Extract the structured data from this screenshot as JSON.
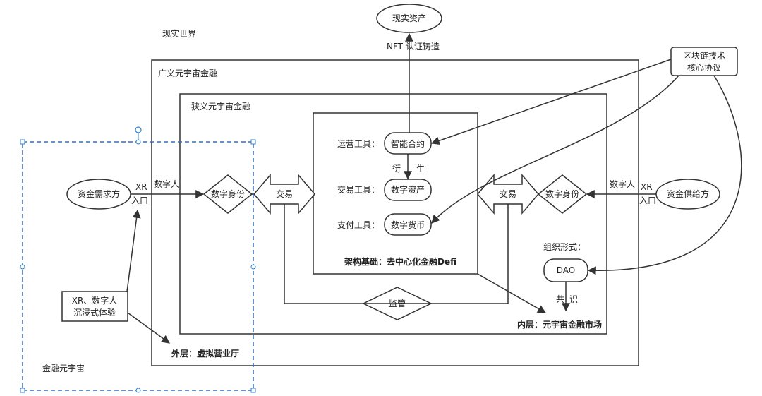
{
  "labels": {
    "real_world": "现实世界",
    "broad_finance": "广义元宇宙金融",
    "narrow_finance": "狭义元宇宙金融",
    "real_asset": "现实资产",
    "nft_mint": "NFT 认证铸造",
    "blockchain_tech": "区块链技术",
    "core_protocol": "核心协议",
    "ops_tool": "运营工具：",
    "trade_tool": "交易工具：",
    "pay_tool": "支付工具：",
    "smart_contract": "智能合约",
    "digital_asset": "数字资产",
    "digital_currency": "数字货币",
    "derive_1": "衍",
    "derive_2": "生",
    "arch_base": "架构基础：去中心化金融Defi",
    "demand_side": "资金需求方",
    "supply_side": "资金供给方",
    "xr_left": "XR",
    "entry_left": "入口",
    "xr_right": "XR",
    "entry_right": "入口",
    "digital_human_left": "数字人",
    "digital_human_right": "数字人",
    "identity_left": "数字身份",
    "identity_right": "数字身份",
    "trade_left": "交易",
    "trade_right": "交易",
    "supervision": "监管",
    "org_form": "组织形式：",
    "dao": "DAO",
    "consensus_1": "共",
    "consensus_2": "识",
    "inner_layer": "内层：元宇宙金融市场",
    "outer_layer": "外层：虚拟营业厅",
    "xr_exp_1": "XR、数字人",
    "xr_exp_2": "沉浸式体验",
    "finance_meta": "金融元宇宙"
  },
  "colors": {
    "line": "#333333",
    "selection": "#3a6fb5",
    "handle": "#2f7fd3"
  }
}
